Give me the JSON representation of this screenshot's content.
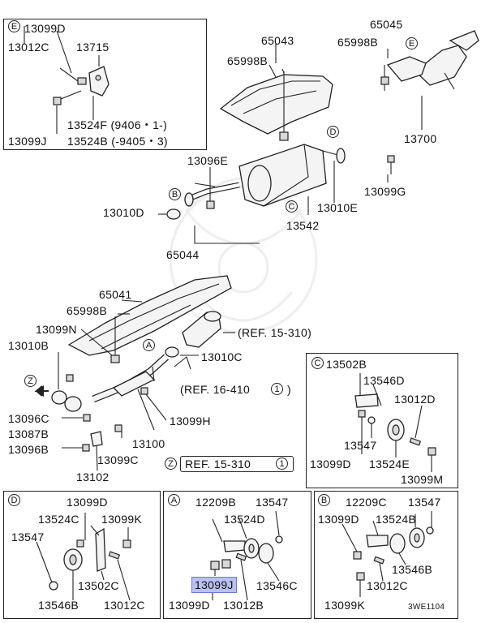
{
  "header": {
    "e_panel_tag": "E"
  },
  "callouts": {
    "A": "A",
    "B": "B",
    "C": "C",
    "D": "D",
    "E": "E",
    "Z": "Z"
  },
  "refs": {
    "ref1": "(REF. 15-310)",
    "ref2": "(REF. 16-410",
    "ref2_num": "1",
    "ref2_close": ")",
    "ref3": "REF. 15-310",
    "ref3_num": "1"
  },
  "main": {
    "p65043": "65043",
    "p65998b_top": "65998B",
    "p65045": "65045",
    "p65998b_right": "65998B",
    "p13700": "13700",
    "p13096e": "13096E",
    "p13099g": "13099G",
    "p13010d": "13010D",
    "p13010e": "13010E",
    "p13542": "13542",
    "p65044": "65044",
    "p65041": "65041",
    "p65998b_mid": "65998B",
    "p13099n": "13099N",
    "p13010b": "13010B",
    "p13010c": "13010C",
    "p13099h": "13099H",
    "p13096c": "13096C",
    "p13087b": "13087B",
    "p13096b": "13096B",
    "p13100": "13100",
    "p13099c": "13099C",
    "p13102": "13102"
  },
  "panel_e": {
    "p13099d": "13099D",
    "p13012c": "13012C",
    "p13715": "13715",
    "p13524f": "13524F (9406・1-)",
    "p13099j": "13099J",
    "p13524b": "13524B (-9405・3)"
  },
  "panel_c": {
    "tag": "C",
    "p13502b": "13502B",
    "p13546d": "13546D",
    "p13012d": "13012D",
    "p13547": "13547",
    "p13099d": "13099D",
    "p13524e": "13524E",
    "p13099m": "13099M"
  },
  "panel_d": {
    "tag": "D",
    "p13099d": "13099D",
    "p13524c": "13524C",
    "p13099k": "13099K",
    "p13547": "13547",
    "p13502c": "13502C",
    "p13546b": "13546B",
    "p13012c": "13012C"
  },
  "panel_a": {
    "tag": "A",
    "p12209b": "12209B",
    "p13547": "13547",
    "p13524d": "13524D",
    "p13099j": "13099J",
    "p13546c": "13546C",
    "p13099d": "13099D",
    "p13012b": "13012B"
  },
  "panel_b": {
    "tag": "B",
    "p12209c": "12209C",
    "p13547": "13547",
    "p13099d": "13099D",
    "p13524b": "13524B",
    "p13546b": "13546B",
    "p13012c": "13012C",
    "p13099k": "13099K",
    "code": "3WE1104"
  }
}
